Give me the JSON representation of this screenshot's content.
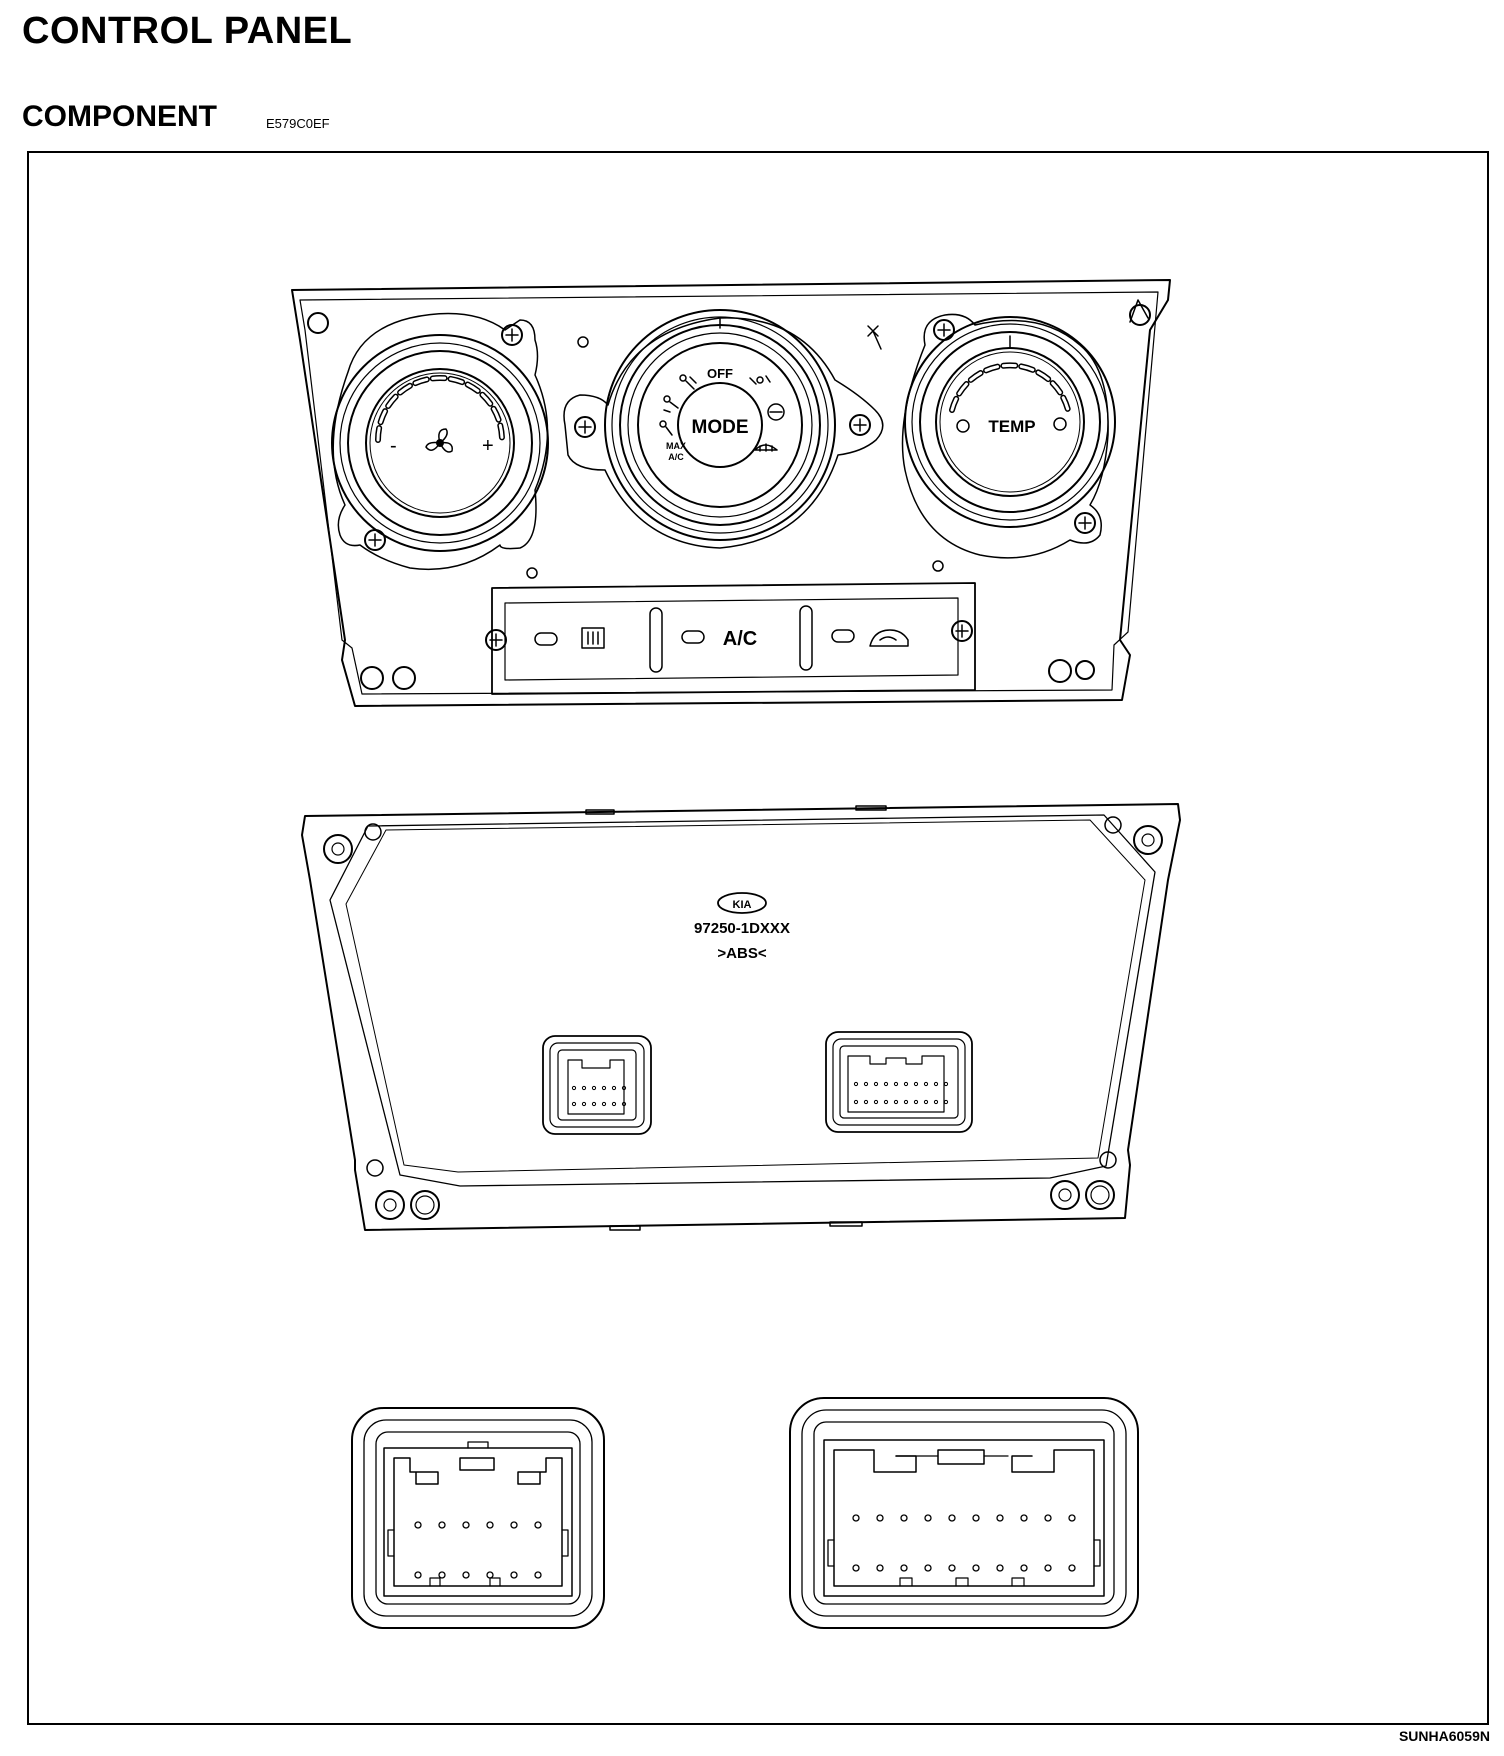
{
  "header": {
    "title": "CONTROL PANEL",
    "section": "COMPONENT",
    "section_code": "E579C0EF"
  },
  "front_panel": {
    "mode_knob": {
      "label": "MODE",
      "off_label": "OFF",
      "max_ac_label_line1": "MAX",
      "max_ac_label_line2": "A/C"
    },
    "temp_knob": {
      "label": "TEMP"
    },
    "fan_knob": {
      "minus_label": "-",
      "plus_label": "+"
    },
    "buttons": {
      "ac_label": "A/C"
    }
  },
  "rear_panel": {
    "part_number": "97250-1DXXX",
    "material_mark": ">ABS<",
    "brand_logo": "KIA"
  },
  "footer": {
    "figure_code": "SUNHA6059N"
  },
  "icons": [
    "fan-icon",
    "defrost-icon",
    "recirculation-icon",
    "vent-icon",
    "floor-icon",
    "screw-icon"
  ]
}
